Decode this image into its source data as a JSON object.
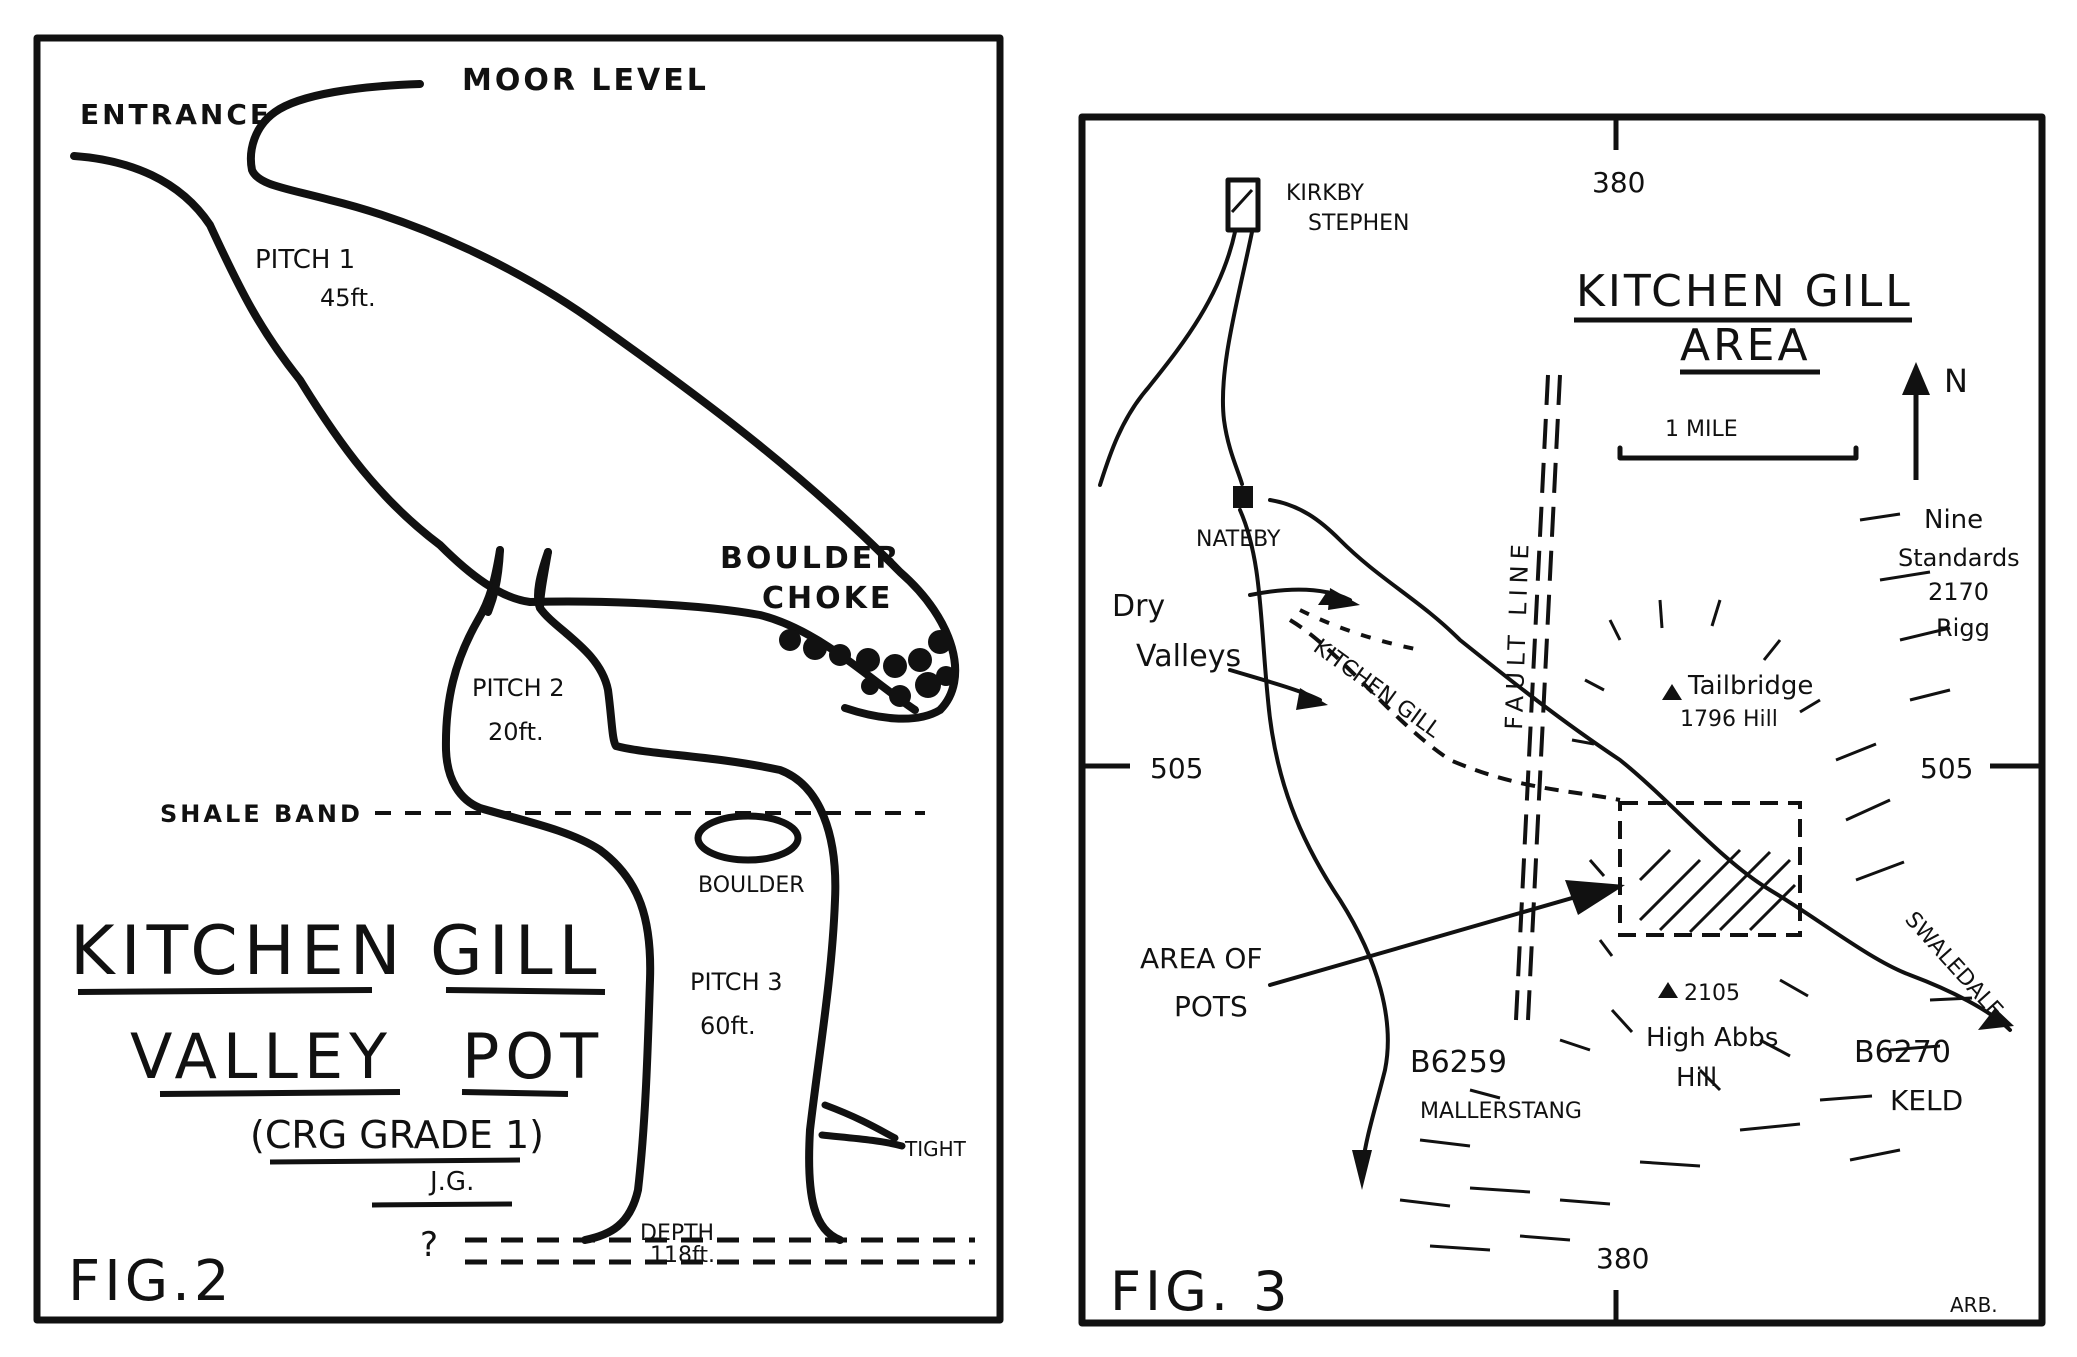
{
  "fig2": {
    "entrance": "ENTRANCE",
    "moor_level": "MOOR LEVEL",
    "pitch1_a": "PITCH 1",
    "pitch1_b": "45ft.",
    "boulder_choke_a": "BOULDER",
    "boulder_choke_b": "CHOKE",
    "pitch2_a": "PITCH 2",
    "pitch2_b": "20ft.",
    "shale_band": "SHALE BAND",
    "boulder": "BOULDER",
    "pitch3_a": "PITCH 3",
    "pitch3_b": "60ft.",
    "tight": "TIGHT",
    "depth_a": "DEPTH",
    "depth_b": "118ft.",
    "question": "?",
    "title_line1_w1": "KITCHEN",
    "title_line1_w2": "GILL",
    "title_line2_w1": "VALLEY",
    "title_line2_w2": "POT",
    "grade": "(CRG GRADE 1)",
    "initials": "J.G.",
    "fig_label": "FIG.2"
  },
  "fig3": {
    "title_line1": "KITCHEN GILL",
    "title_line2": "AREA",
    "scale": "1 MILE",
    "north": "N",
    "grid_top": "380",
    "grid_bottom": "380",
    "grid_left": "505",
    "grid_right": "505",
    "kirkby_a": "KIRKBY",
    "kirkby_b": "STEPHEN",
    "nateby": "NATEBY",
    "dry_a": "Dry",
    "dry_b": "Valleys",
    "kitchen_gill": "KITCHEN GILL",
    "fault": "FAULT LINE",
    "tailbridge_a": "Tailbridge",
    "tailbridge_b": "1796 Hill",
    "nine_a": "Nine",
    "nine_b": "Standards",
    "nine_c": "2170",
    "nine_d": "Rigg",
    "area_a": "AREA OF",
    "area_b": "POTS",
    "b6259": "B6259",
    "mallerstang": "MALLERSTANG",
    "high_a": "2105",
    "high_b": "High Abbs",
    "high_c": "Hill",
    "b6270": "B6270",
    "keld": "KELD",
    "swaledale": "SWALEDALE",
    "fig_label": "FIG. 3",
    "initials": "ARB."
  }
}
